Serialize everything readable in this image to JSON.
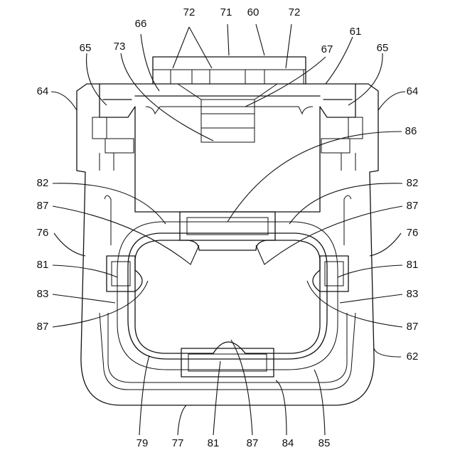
{
  "figure": {
    "labels": {
      "l60": "60",
      "l61": "61",
      "l62": "62",
      "l64a": "64",
      "l64b": "64",
      "l65a": "65",
      "l65b": "65",
      "l66": "66",
      "l67": "67",
      "l71": "71",
      "l72a": "72",
      "l72b": "72",
      "l73": "73",
      "l76a": "76",
      "l76b": "76",
      "l77": "77",
      "l79": "79",
      "l81a": "81",
      "l81b": "81",
      "l81c": "81",
      "l82a": "82",
      "l82b": "82",
      "l83a": "83",
      "l83b": "83",
      "l84": "84",
      "l85": "85",
      "l86": "86",
      "l87a": "87",
      "l87b": "87",
      "l87c": "87",
      "l87d": "87",
      "l87e": "87"
    }
  }
}
